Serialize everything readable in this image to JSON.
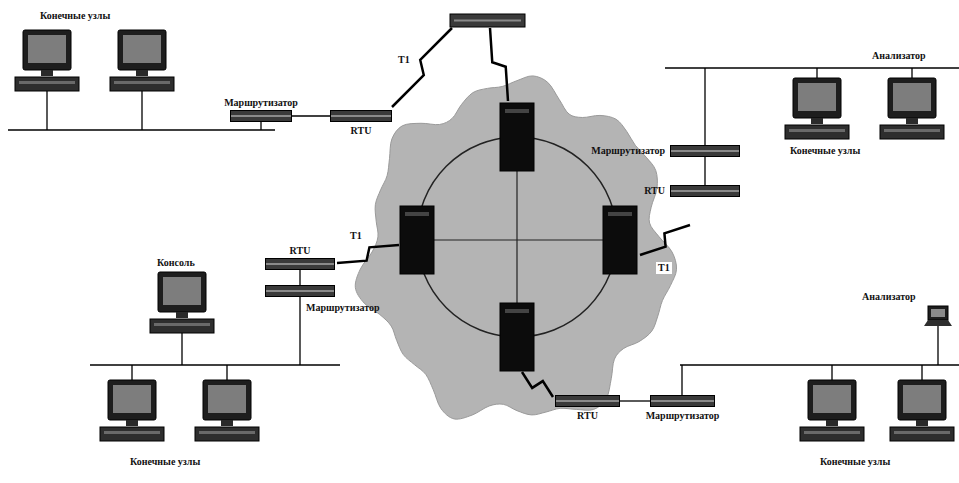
{
  "diagram": {
    "nodes": [
      {
        "text": [
          "Маршрутизатор"
        ]
      },
      {
        "text": [
          "RTU"
        ]
      },
      {
        "text": [
          "Маршрутизатор"
        ]
      },
      {
        "text": [
          "RTU"
        ]
      },
      {
        "text": [
          "RTU"
        ]
      },
      {
        "text": [
          "Маршрутизатор"
        ]
      },
      {
        "text": [
          "RTU"
        ]
      },
      {
        "text": [
          "Маршрутизатор"
        ]
      }
    ],
    "edges": [
      {
        "from": 0,
        "to": 1,
        "arrow": "none"
      },
      {
        "from": 2,
        "to": 3,
        "arrow": "none"
      },
      {
        "from": 4,
        "to": 5,
        "arrow": "none"
      },
      {
        "from": 6,
        "to": 7,
        "arrow": "none"
      }
    ],
    "labels": [
      "Конечные узлы",
      "T1",
      "Анализатор",
      "Конечные узлы",
      "Консоль",
      "T1",
      "T1",
      "Конечные узлы",
      "Анализатор",
      "Конечные узлы"
    ]
  }
}
